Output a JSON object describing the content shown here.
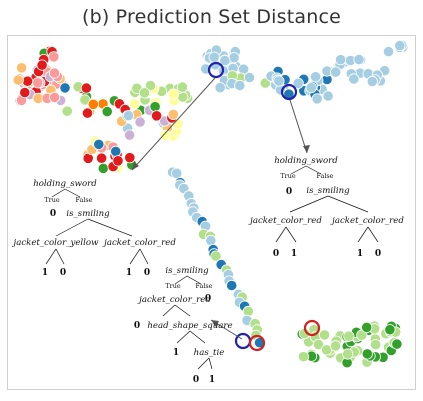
{
  "title": "(b) Prediction Set Distance",
  "trees": [
    {
      "root": "holding_sword",
      "true": "True",
      "false": "False",
      "root_true_leaf": "0",
      "node2": "is_smiling",
      "left": "jacket_color_red",
      "left_leaves": [
        "0",
        "1"
      ],
      "right": "jacket_color_red",
      "right_leaves": [
        "1",
        "0"
      ]
    },
    {
      "root": "holding_sword",
      "true": "True",
      "false": "False",
      "root_true_leaf": "0",
      "node2": "is_smiling",
      "left": "jacket_color_yellow",
      "left_leaves": [
        "1",
        "0"
      ],
      "right": "jacket_color_red",
      "right_leaves": [
        "1",
        "0"
      ]
    },
    {
      "root": "is_smiling",
      "true": "True",
      "false": "False",
      "node2": "jacket_color_red",
      "root_false_leaf": "0",
      "n2_true_leaf": "0",
      "node3": "head_shape_square",
      "n3_true_leaf": "1",
      "node4": "has_tie",
      "n4_leaves": [
        "0",
        "1"
      ]
    }
  ],
  "colors": {
    "light_blue": "#a6cee3",
    "blue": "#1f78b4",
    "light_green": "#b2df8a",
    "green": "#33a02c",
    "pink": "#fb9a99",
    "red": "#e31a1c",
    "light_orange": "#fdbf6f",
    "orange": "#ff7f00",
    "lavender": "#cab2d6",
    "purple": "#6a3d9a",
    "yellow": "#ffff99",
    "highlight_blue": "#2222aa",
    "highlight_red": "#d42020"
  }
}
